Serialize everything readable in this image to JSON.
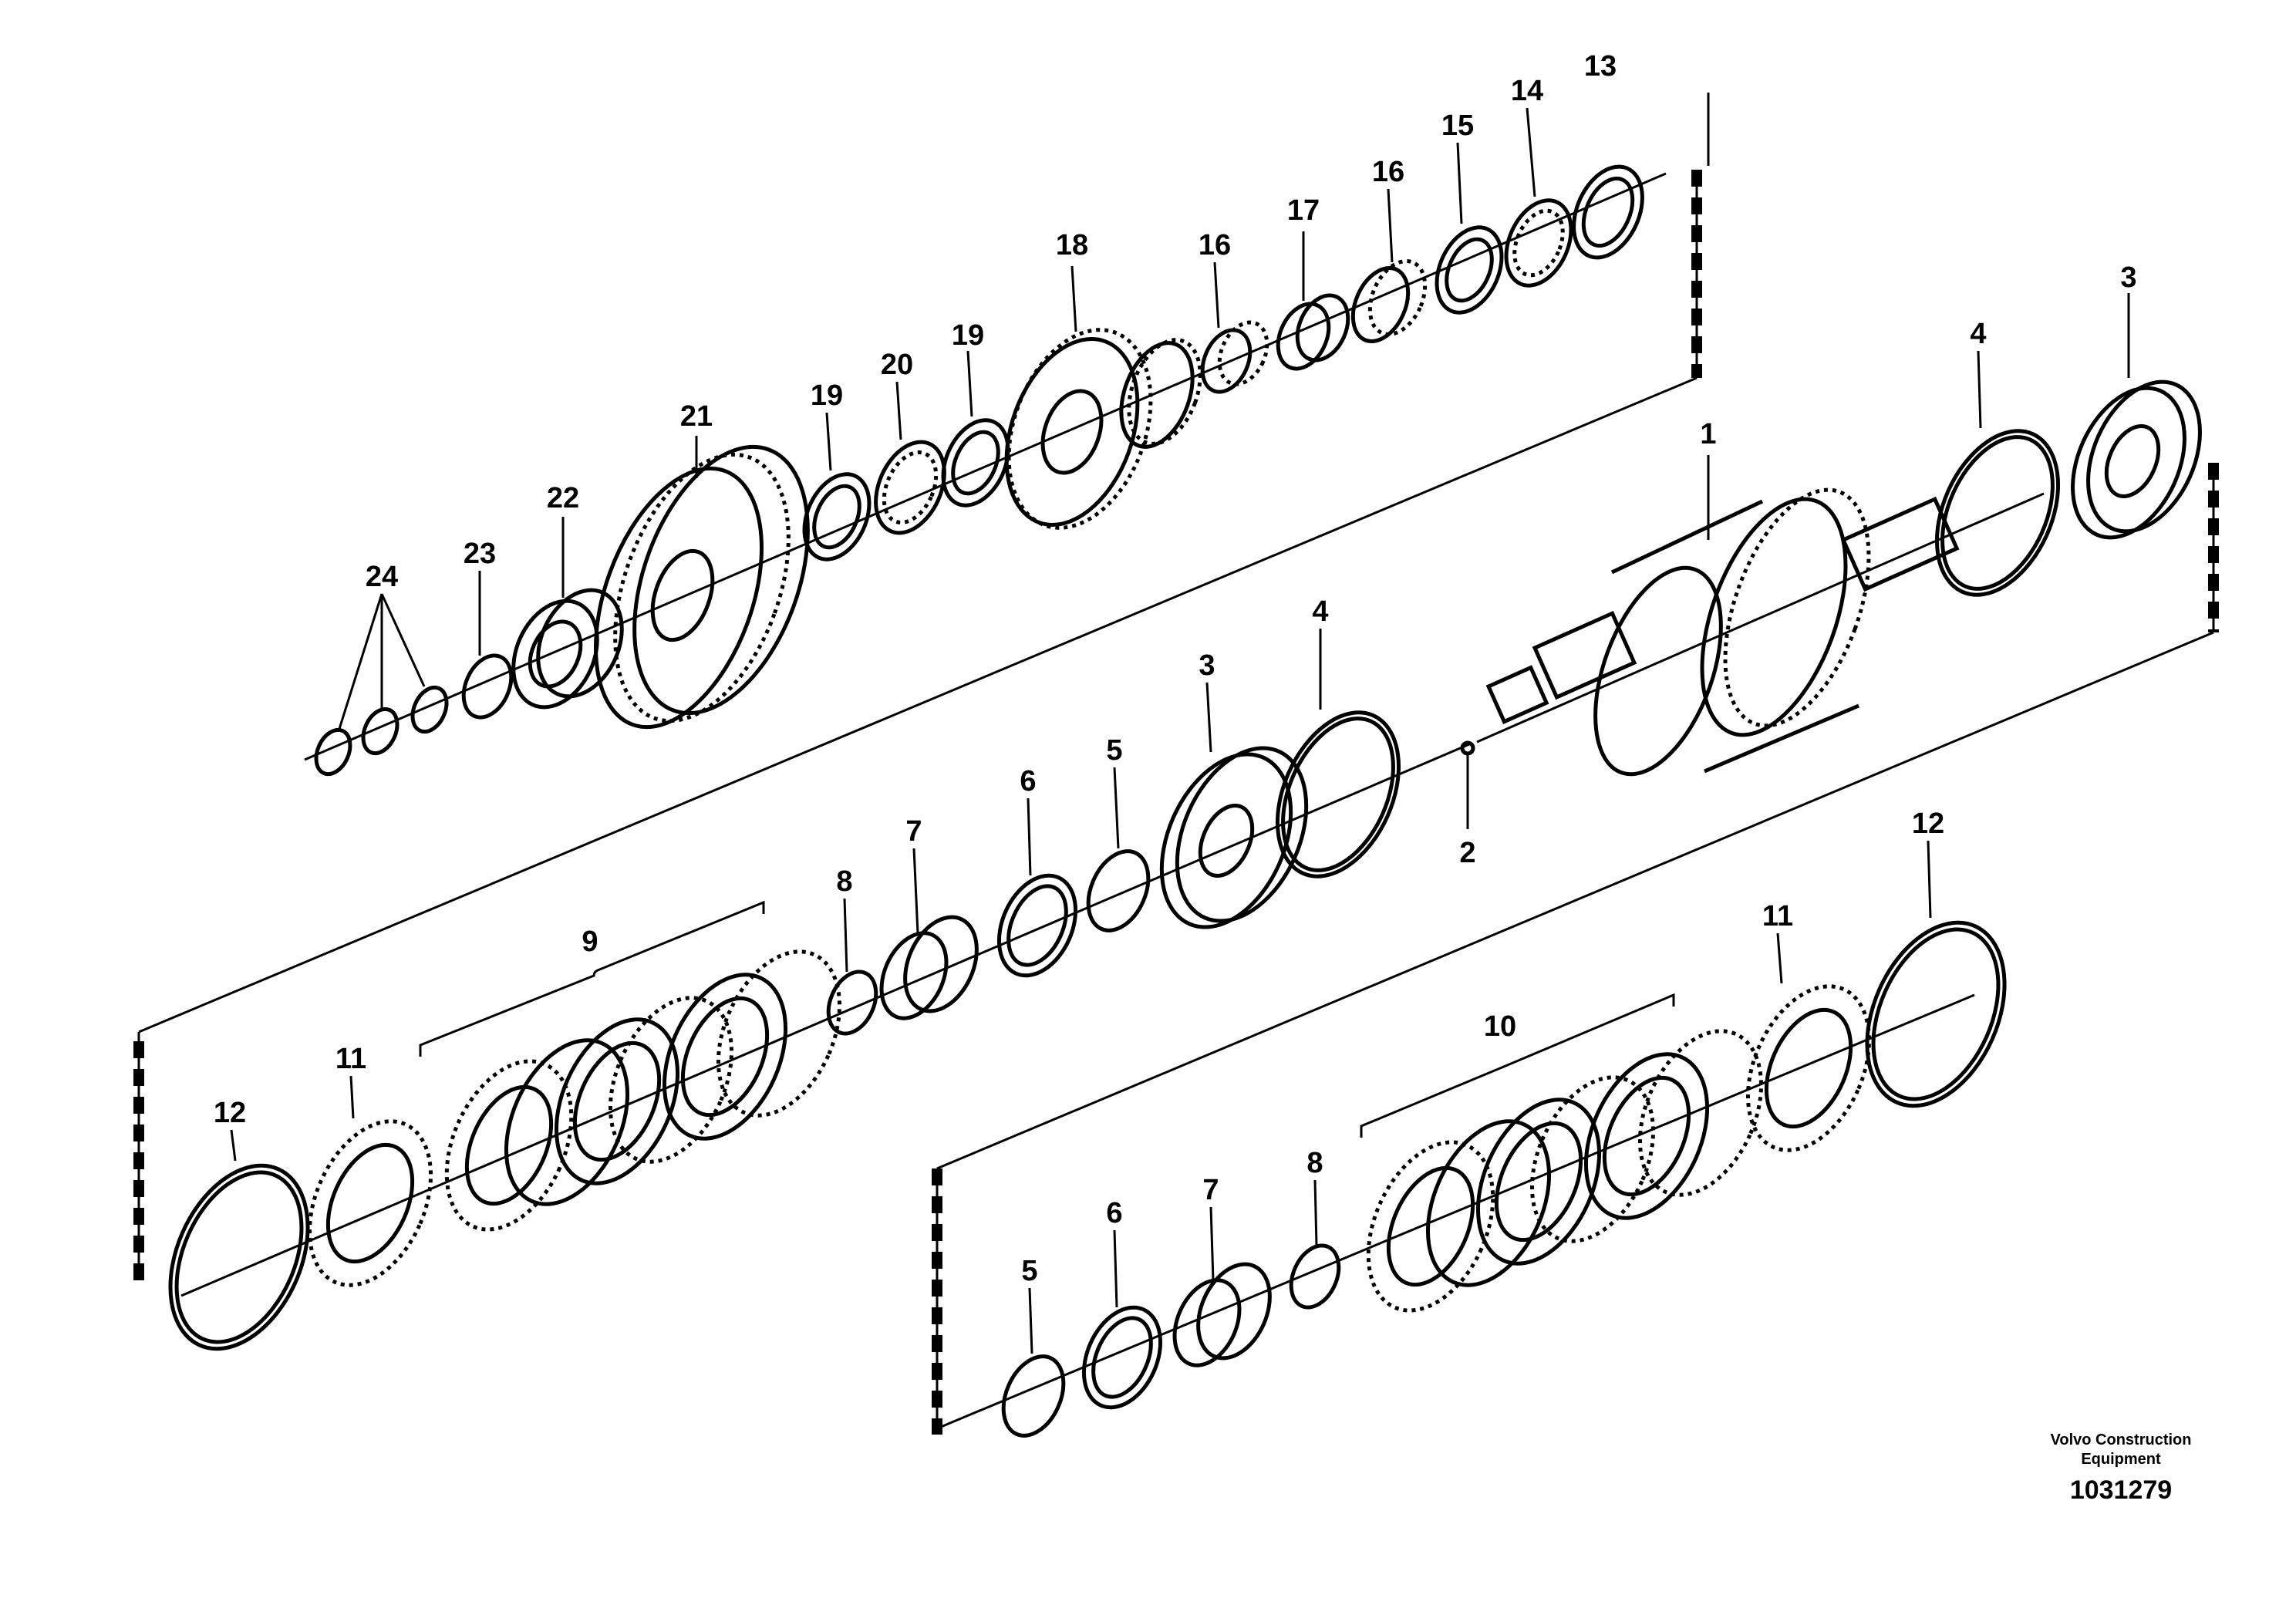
{
  "callouts": [
    {
      "id": "1",
      "text": "1"
    },
    {
      "id": "2",
      "text": "2"
    },
    {
      "id": "3a",
      "text": "3"
    },
    {
      "id": "3b",
      "text": "3"
    },
    {
      "id": "4a",
      "text": "4"
    },
    {
      "id": "4b",
      "text": "4"
    },
    {
      "id": "5a",
      "text": "5"
    },
    {
      "id": "5b",
      "text": "5"
    },
    {
      "id": "6a",
      "text": "6"
    },
    {
      "id": "6b",
      "text": "6"
    },
    {
      "id": "7a",
      "text": "7"
    },
    {
      "id": "7b",
      "text": "7"
    },
    {
      "id": "8a",
      "text": "8"
    },
    {
      "id": "8b",
      "text": "8"
    },
    {
      "id": "9",
      "text": "9"
    },
    {
      "id": "10",
      "text": "10"
    },
    {
      "id": "11a",
      "text": "11"
    },
    {
      "id": "11b",
      "text": "11"
    },
    {
      "id": "12a",
      "text": "12"
    },
    {
      "id": "12b",
      "text": "12"
    },
    {
      "id": "13",
      "text": "13"
    },
    {
      "id": "14",
      "text": "14"
    },
    {
      "id": "15",
      "text": "15"
    },
    {
      "id": "16a",
      "text": "16"
    },
    {
      "id": "16b",
      "text": "16"
    },
    {
      "id": "17",
      "text": "17"
    },
    {
      "id": "18",
      "text": "18"
    },
    {
      "id": "19a",
      "text": "19"
    },
    {
      "id": "19b",
      "text": "19"
    },
    {
      "id": "20",
      "text": "20"
    },
    {
      "id": "21",
      "text": "21"
    },
    {
      "id": "22",
      "text": "22"
    },
    {
      "id": "23",
      "text": "23"
    },
    {
      "id": "24",
      "text": "24"
    }
  ],
  "footer": {
    "maker_line1": "Volvo Construction",
    "maker_line2": "Equipment",
    "figure_number": "1031279"
  }
}
